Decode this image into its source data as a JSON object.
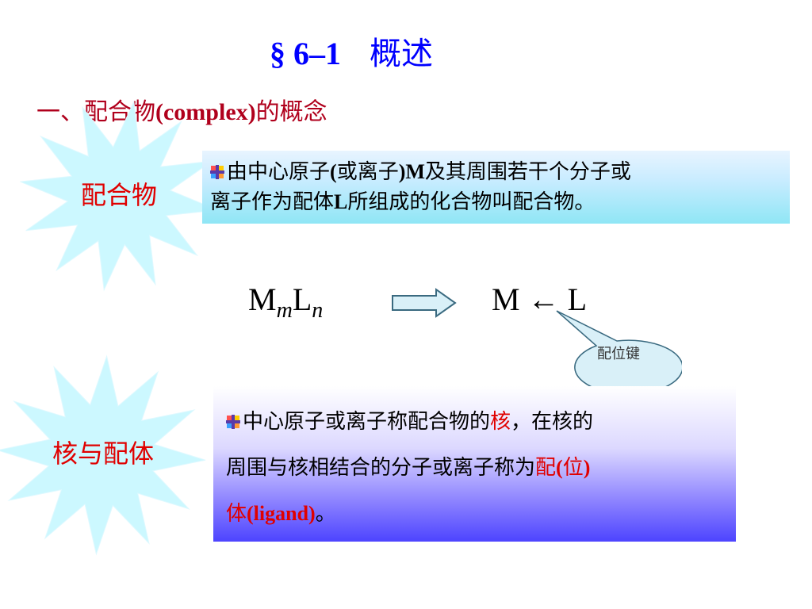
{
  "title": {
    "section": "§ 6–1",
    "text": "概述"
  },
  "subtitle": {
    "prefix": "一、配合物",
    "latin": "(complex)",
    "suffix": "的概念"
  },
  "block1": {
    "label": "配合物",
    "definition_a": "由中心原子",
    "definition_b": "(",
    "definition_c": "或离子",
    "definition_d": ")M",
    "definition_e": "及其周围若干个分子或",
    "definition_f": "离子作为配体",
    "definition_g": "L",
    "definition_h": "所组成的化合物叫配合物。"
  },
  "formula": {
    "left_M": "M",
    "left_m": "m",
    "left_L": "L",
    "left_n": "n",
    "right": "M ← L",
    "callout": "配位键"
  },
  "block2": {
    "label": "核与配体",
    "line1_a": "中心原子或离子称配合物的",
    "line1_b": "核",
    "line1_c": "，在核的",
    "line2_a": "周围与核相结合的分子或离子称为",
    "line2_b": "配",
    "line2_c": "(",
    "line2_d": "位",
    "line2_e": ")",
    "line3_a": "体",
    "line3_b": "(ligand)",
    "line3_c": "。"
  },
  "colors": {
    "title": "#0000ff",
    "subtitle": "#b0001c",
    "label": "#e00000",
    "star_fill": "#ccf8ff"
  }
}
